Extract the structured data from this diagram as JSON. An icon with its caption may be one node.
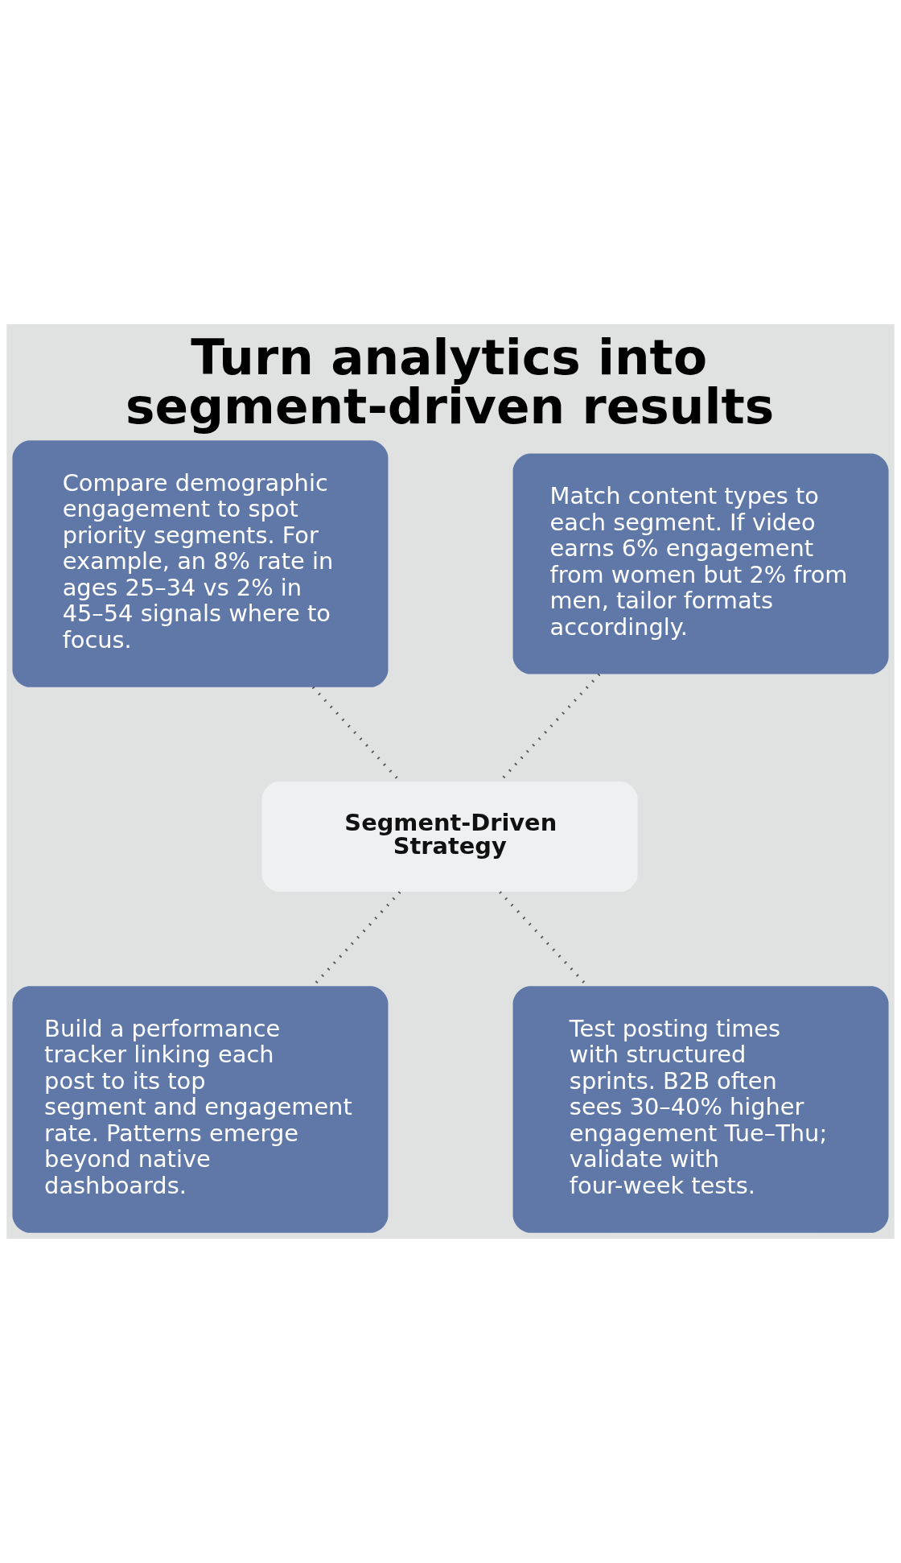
{
  "diagram": {
    "title": "Turn analytics into segment-driven results",
    "nodes": [
      {
        "text": [
          "Compare demographic engagement to spot priority segments. For example, an 8% rate in ages 25–34 vs 2% in 45–54 signals where to focus."
        ]
      },
      {
        "text": [
          "Match content types to each segment. If video earns 6% engagement from women but 2% from men, tailor formats accordingly."
        ]
      },
      {
        "text": [
          "Segment-Driven Strategy"
        ]
      },
      {
        "text": [
          "Build a performance tracker linking each post to its top segment and engagement rate. Patterns emerge beyond native dashboards."
        ]
      },
      {
        "text": [
          "Test posting times with structured sprints. B2B often sees 30–40% higher engagement Tue–Thu; validate with four-week tests."
        ]
      }
    ],
    "edges": [
      {
        "from": 0,
        "to": 2,
        "arrow": "none",
        "style": "dashed"
      },
      {
        "from": 1,
        "to": 2,
        "arrow": "none",
        "style": "dashed"
      },
      {
        "from": 2,
        "to": 3,
        "arrow": "none",
        "style": "dashed"
      },
      {
        "from": 2,
        "to": 4,
        "arrow": "none",
        "style": "dashed"
      }
    ]
  }
}
